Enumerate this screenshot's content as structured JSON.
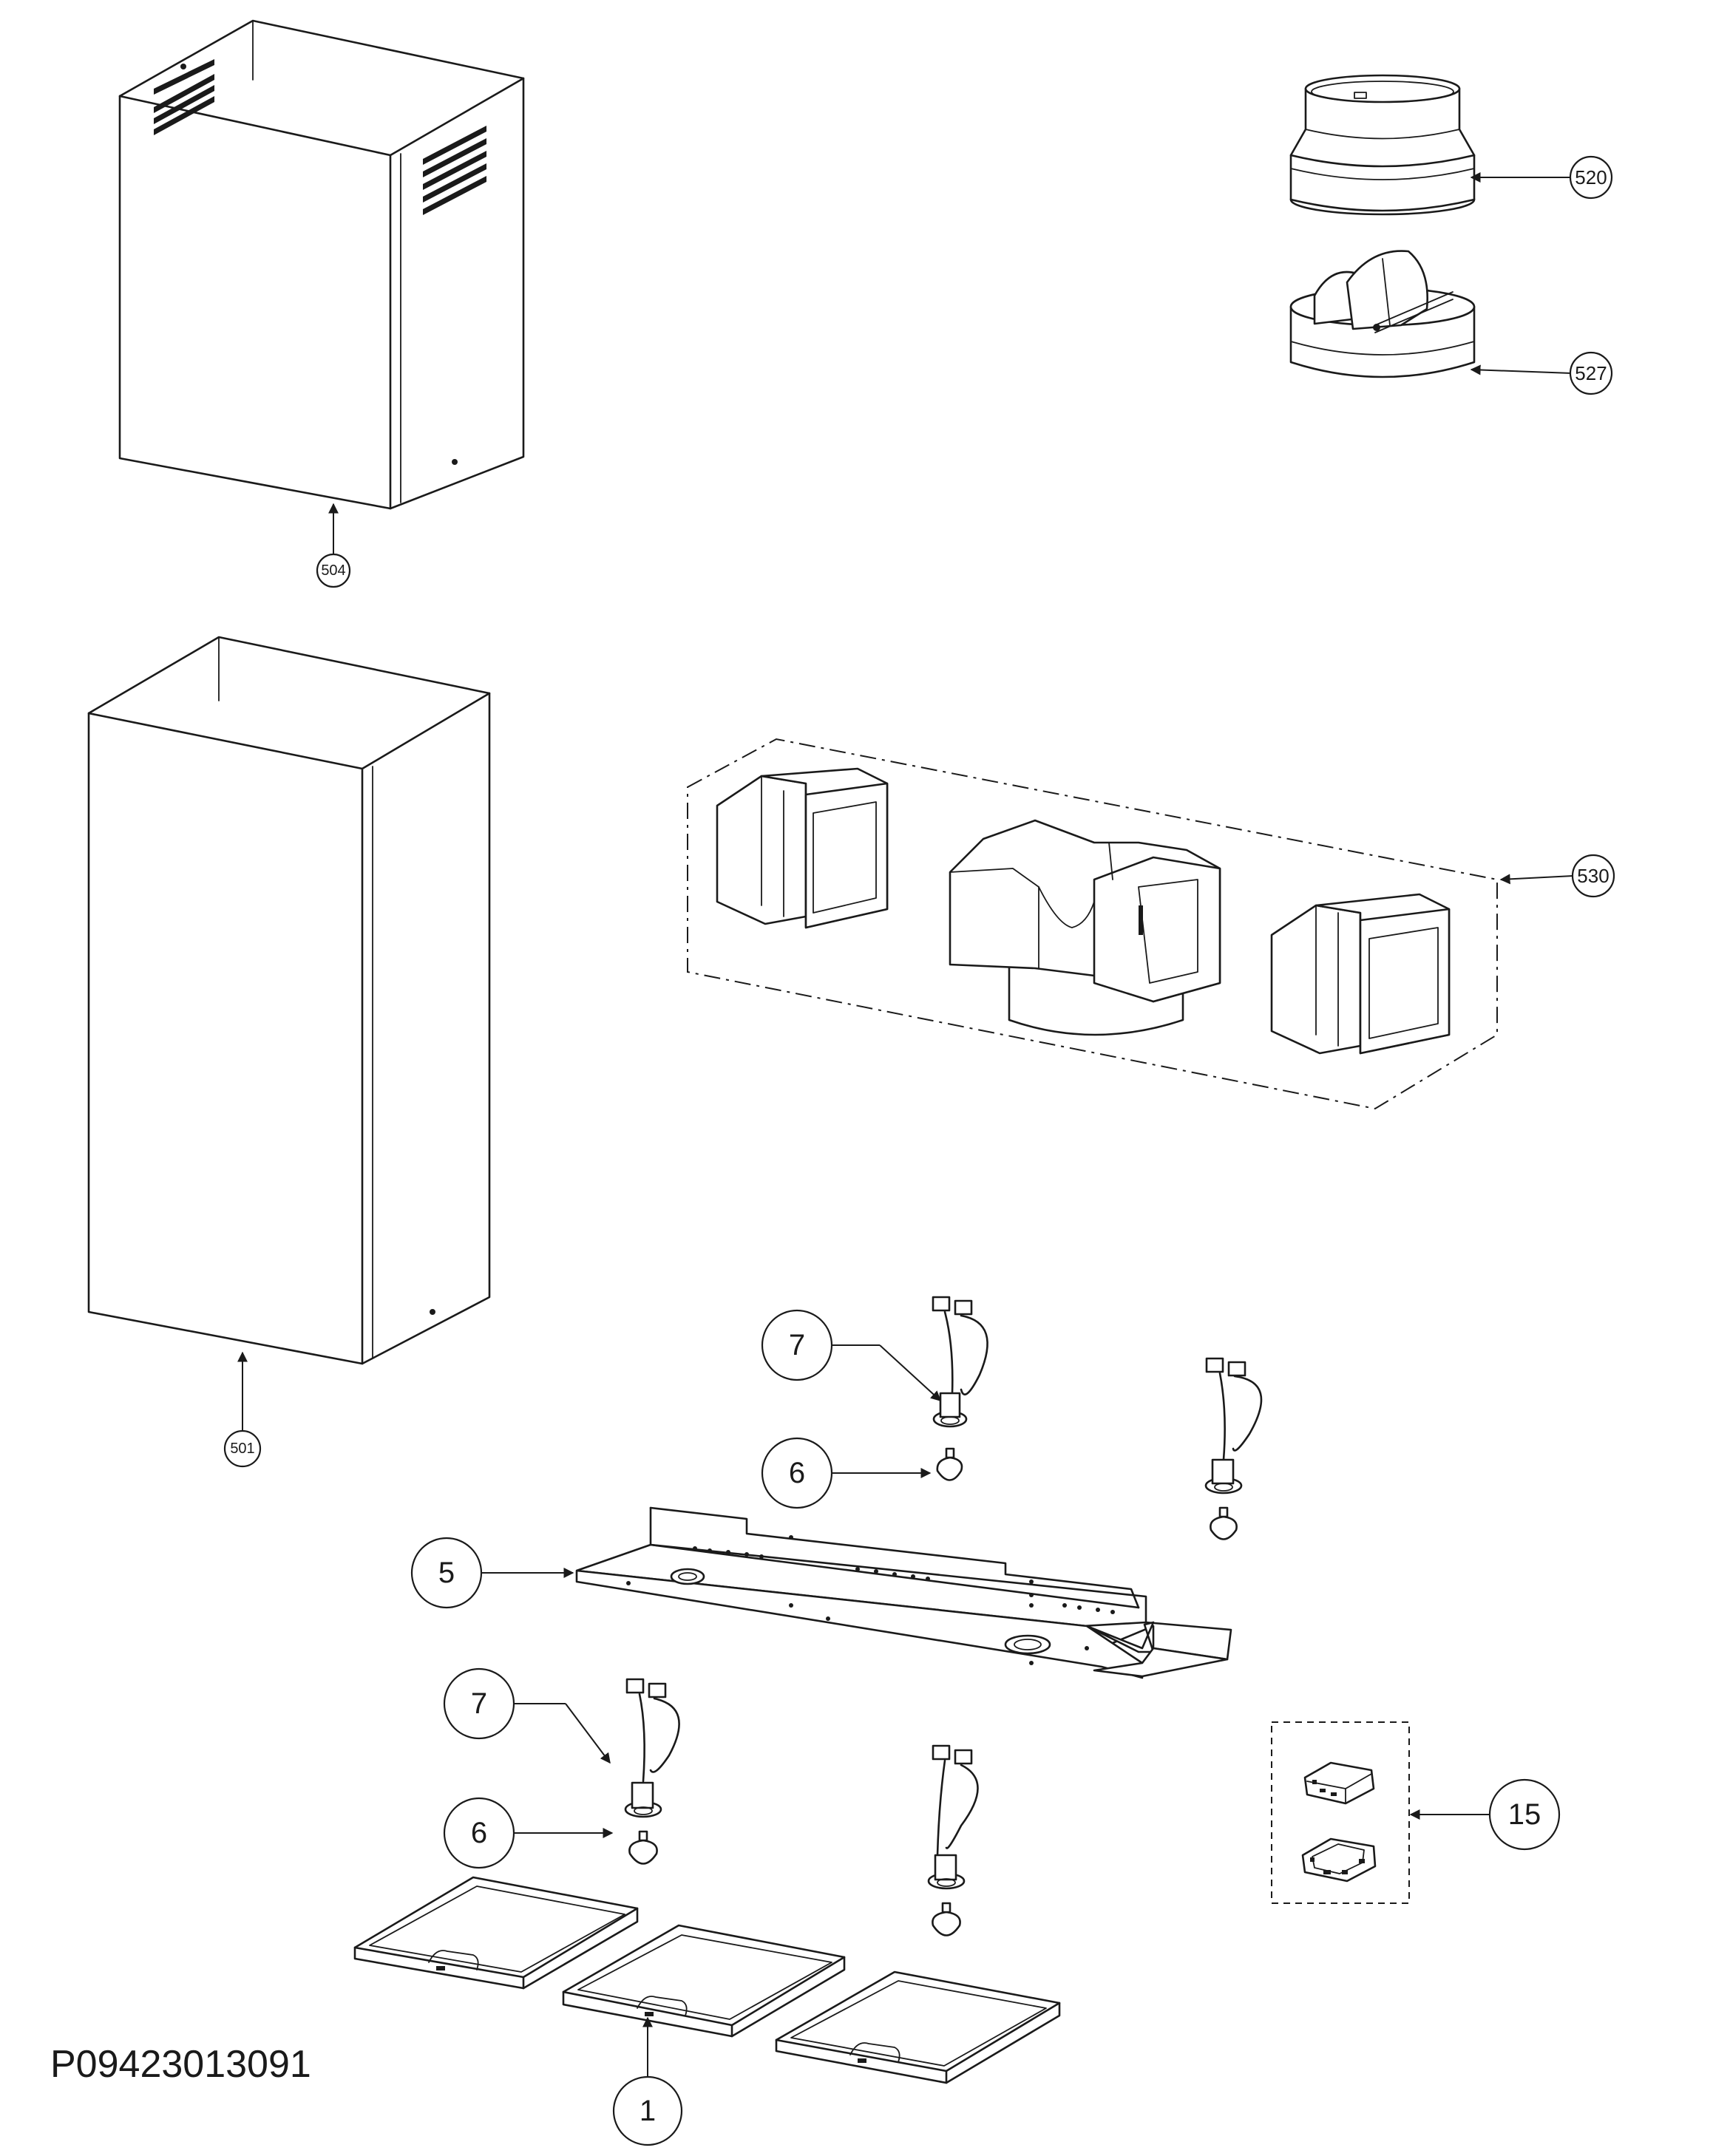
{
  "drawing_code": "P09423013091",
  "colors": {
    "line": "#1a1a1a",
    "background": "#ffffff"
  },
  "callouts": {
    "c504": "504",
    "c501": "501",
    "c520": "520",
    "c527": "527",
    "c530": "530",
    "c7a": "7",
    "c6a": "6",
    "c5": "5",
    "c7b": "7",
    "c6b": "6",
    "c15": "15",
    "c1": "1"
  }
}
